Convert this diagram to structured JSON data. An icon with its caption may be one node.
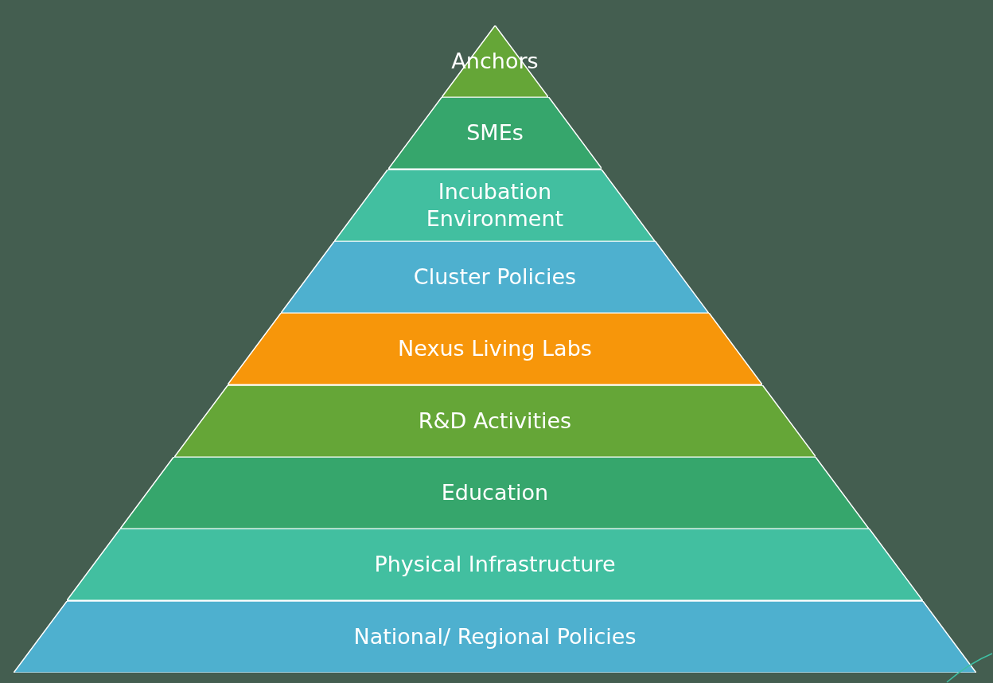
{
  "diagram": {
    "nodes": [
      {
        "text": [
          "Anchors"
        ]
      },
      {
        "text": [
          "SMEs"
        ]
      },
      {
        "text": [
          "Incubation Environment"
        ]
      },
      {
        "text": [
          "Cluster Policies"
        ]
      },
      {
        "text": [
          "Nexus Living Labs"
        ]
      },
      {
        "text": [
          "R&D Activities"
        ]
      },
      {
        "text": [
          "Education"
        ]
      },
      {
        "text": [
          "Physical Infrastructure"
        ]
      },
      {
        "text": [
          "National/ Regional Policies"
        ]
      }
    ],
    "edges": []
  }
}
